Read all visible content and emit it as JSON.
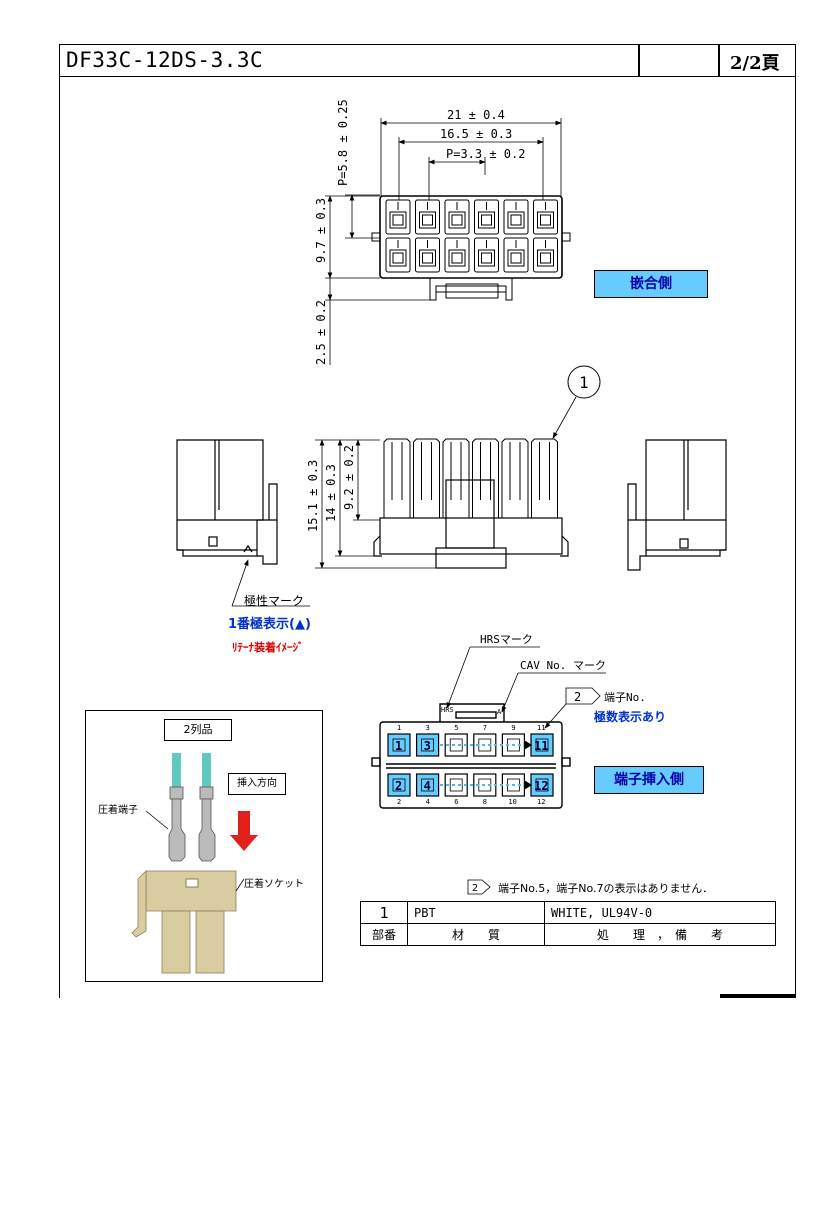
{
  "header": {
    "title": "DF33C-12DS-3.3C",
    "page": "2/2頁"
  },
  "dimensions": {
    "width_total": "21 ± 0.4",
    "width_inner": "16.5 ± 0.3",
    "pitch_h": "P=3.3 ± 0.2",
    "pitch_v": "P=5.8 ± 0.25",
    "height_front": "9.7 ± 0.3",
    "bottom_offset": "2.5 ± 0.2",
    "height_total": "15.1 ± 0.3",
    "height_body": "14 ± 0.3",
    "height_upper": "9.2 ± 0.2"
  },
  "labels": {
    "mating_side": "嵌合側",
    "part_balloon": "1",
    "polarity_mark": "極性マーク",
    "pin1_indicator": "1番極表示(▲)",
    "retainer_image": "ﾘﾃｰﾅ装着ｲﾒｰｼﾞ",
    "hrs_mark": "HRSマーク",
    "cav_mark": "CAV No. マーク",
    "note_number": "2",
    "terminal_no": "端子No.",
    "multi_display": "極数表示あり",
    "insertion_side": "端子挿入側",
    "hrs_small": "HRS",
    "a_small": "A"
  },
  "cavities": {
    "top_numbers": [
      "1",
      "3",
      "5",
      "7",
      "9",
      "11"
    ],
    "bottom_numbers": [
      "2",
      "4",
      "6",
      "8",
      "10",
      "12"
    ],
    "top_marked": [
      "1",
      "3",
      "11"
    ],
    "bottom_marked": [
      "2",
      "4",
      "12"
    ]
  },
  "inset": {
    "title": "2列品",
    "insert_direction": "挿入方向",
    "crimp_terminal": "圧着端子",
    "crimp_socket": "圧着ソケット"
  },
  "note": "端子No.5，端子No.7の表示はありません．",
  "material_table": {
    "row1": {
      "no": "1",
      "material": "PBT",
      "remarks": "WHITE, UL94V-0"
    },
    "row2": {
      "no": "部番",
      "material": "材　　質",
      "remarks": "処　　理　，　備　　考"
    }
  },
  "colors": {
    "highlight": "#66ccff",
    "blue_text": "#0033cc",
    "red_text": "#dd0000",
    "arrow": "#e0201a",
    "wire": "#5fc8c0",
    "housing": "#d8cca0"
  }
}
